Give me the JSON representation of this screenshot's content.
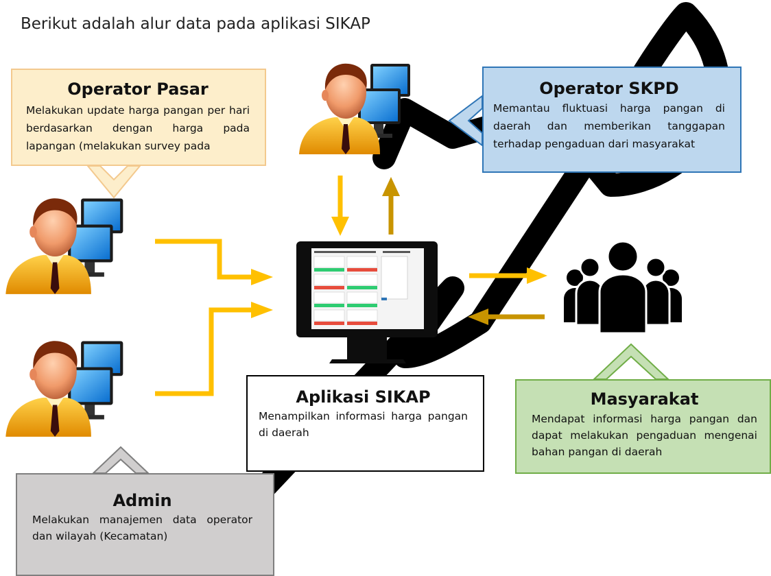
{
  "title": "Berikut adalah alur data pada aplikasi SIKAP",
  "nodes": {
    "operator_pasar": {
      "title": "Operator Pasar",
      "description": "Melakukan update harga pangan per hari berdasarkan dengan harga pada lapangan (melakukan survey pada"
    },
    "operator_skpd": {
      "title": "Operator SKPD",
      "description": "Memantau fluktuasi harga pangan di daerah dan memberikan tanggapan terhadap pengaduan dari masyarakat"
    },
    "aplikasi": {
      "title": "Aplikasi SIKAP",
      "description": "Menampilkan informasi harga pangan di daerah"
    },
    "masyarakat": {
      "title": "Masyarakat",
      "description": "Mendapat informasi harga pangan dan dapat melakukan pengaduan mengenai bahan pangan di daerah"
    },
    "admin": {
      "title": "Admin",
      "description": "Melakukan manajemen data operator dan wilayah (Kecamatan)"
    }
  },
  "colors": {
    "arrow_gold": "#ffc000",
    "arrow_dark_gold": "#c89400",
    "pasar_fill": "#fdeecb",
    "skpd_fill": "#bdd7ee",
    "masyarakat_fill": "#c5e0b4",
    "admin_fill": "#d0cece",
    "watermark": "#000000"
  },
  "icons": [
    "user-computer-icon",
    "monitor-icon",
    "people-group-icon"
  ]
}
